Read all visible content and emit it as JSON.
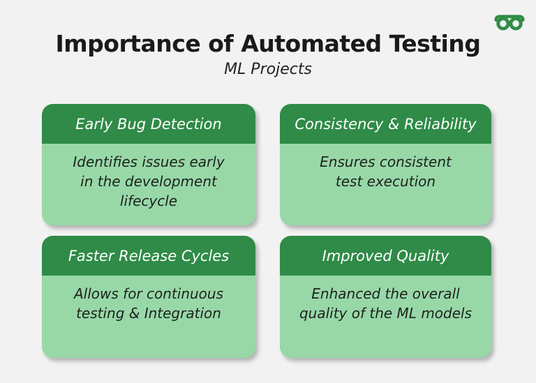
{
  "header": {
    "title": "Importance of Automated Testing",
    "subtitle": "ML Projects",
    "logo_icon": "geeksforgeeks-logo"
  },
  "colors": {
    "background": "#f2f2f2",
    "card_header_green": "#2f8b47",
    "card_body_green": "#98d8a7",
    "logo_green": "#2f8d46",
    "card_header_text": "#ffffff",
    "title_text": "#1a1a1a",
    "card_text": "#1d221e"
  },
  "cards": [
    {
      "title": "Early Bug Detection",
      "description": "Identifies issues early\nin the development\nlifecycle"
    },
    {
      "title": "Consistency & Reliability",
      "description": "Ensures consistent\ntest execution"
    },
    {
      "title": "Faster Release Cycles",
      "description": "Allows for continuous\ntesting & Integration"
    },
    {
      "title": "Improved Quality",
      "description": "Enhanced the overall\nquality of the ML models"
    }
  ]
}
